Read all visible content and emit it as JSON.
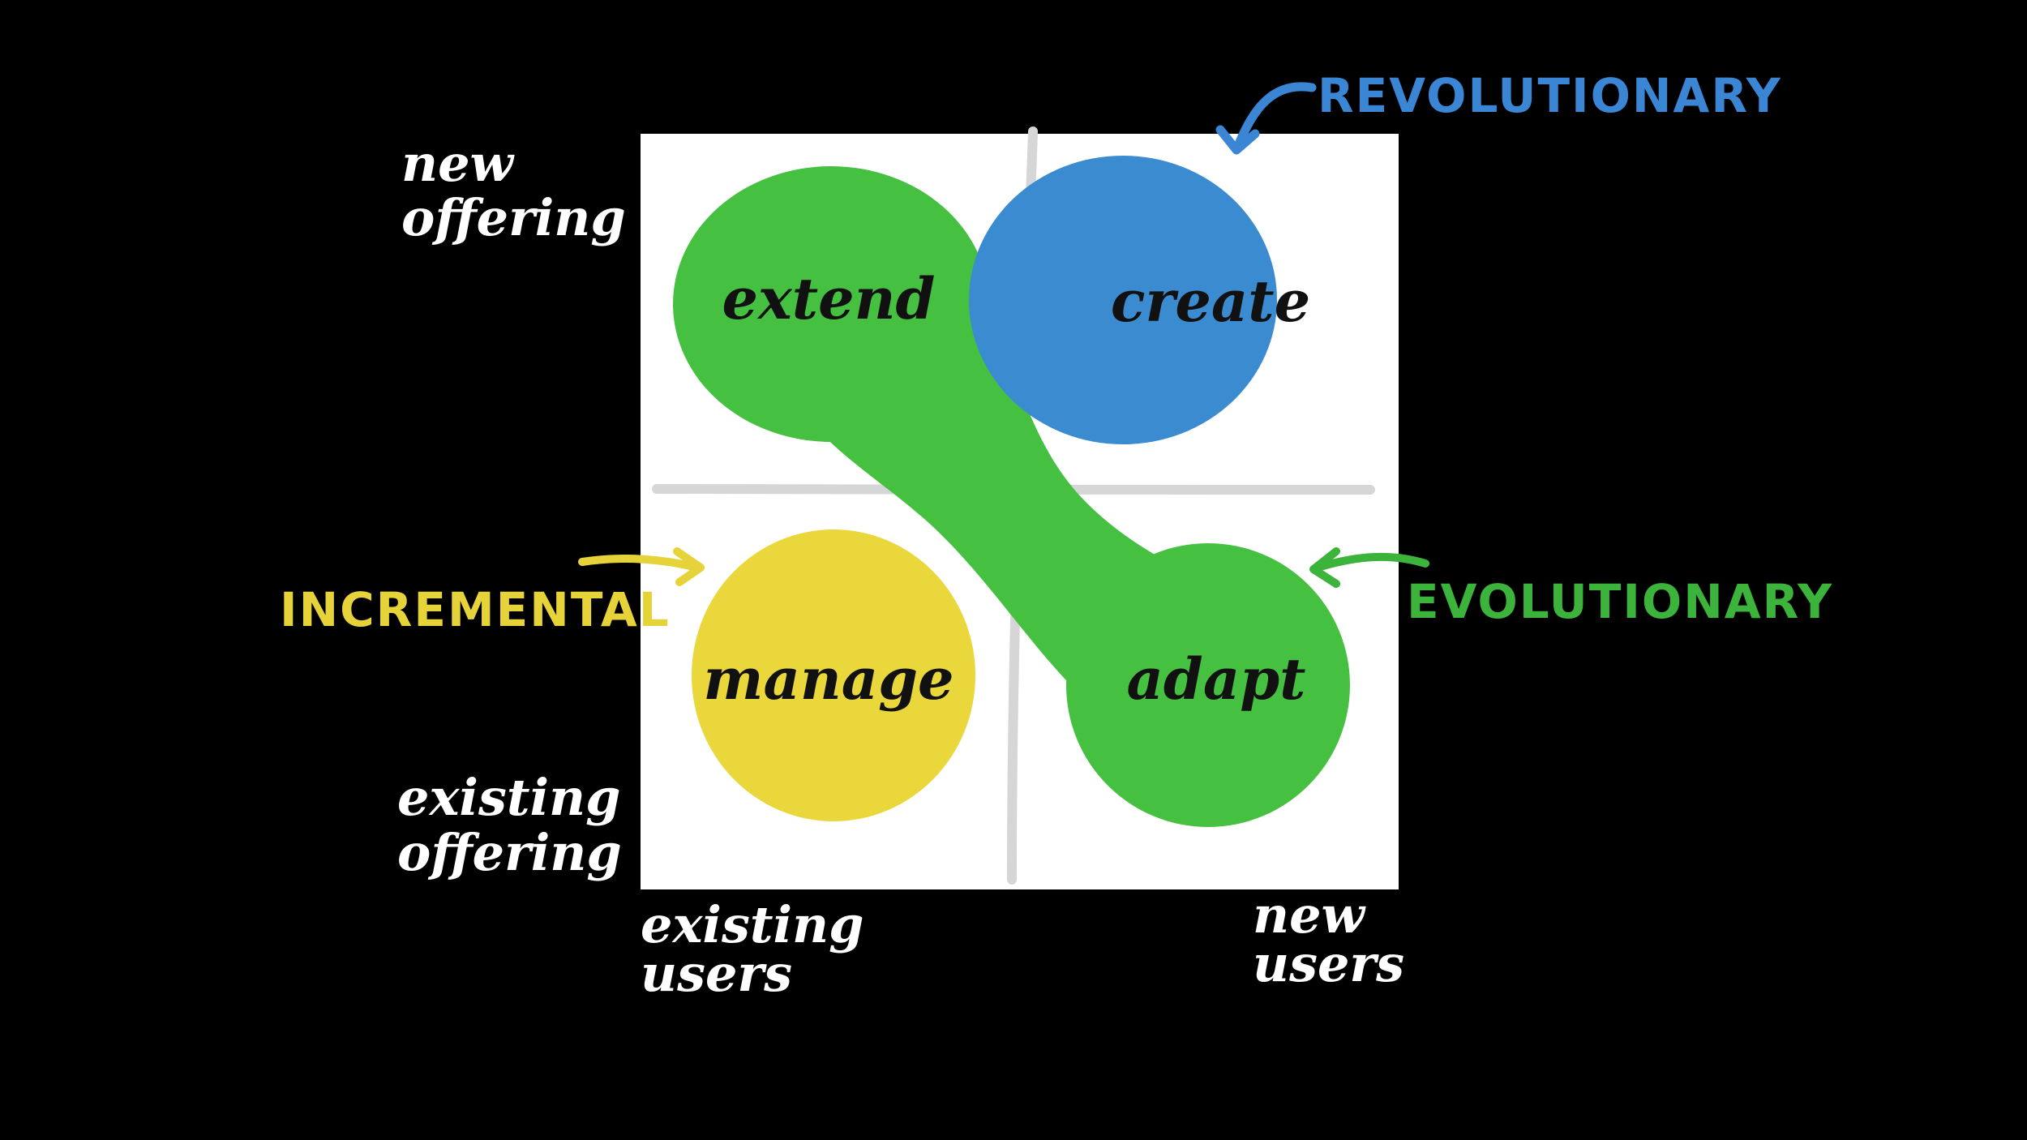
{
  "axes": {
    "y_top": [
      "new",
      "offering"
    ],
    "y_bottom": [
      "existing",
      "offering"
    ],
    "x_left": [
      "existing",
      "users"
    ],
    "x_right": [
      "new",
      "users"
    ]
  },
  "quadrants": {
    "extend": "extend",
    "create": "create",
    "manage": "manage",
    "adapt": "adapt"
  },
  "annotations": {
    "revolutionary": "REVOLUTIONARY",
    "incremental": "INCREMENTAL",
    "evolutionary": "EVOLUTIONARY"
  },
  "colors": {
    "background": "#000000",
    "panel": "#ffffff",
    "green": "#46c040",
    "blue": "#3b8bd0",
    "yellow": "#e9d73c",
    "grid": "#d6d6d6",
    "blue_annotation": "#3a86d4",
    "yellow_annotation": "#e6d33a",
    "green_annotation": "#3cb33a"
  }
}
